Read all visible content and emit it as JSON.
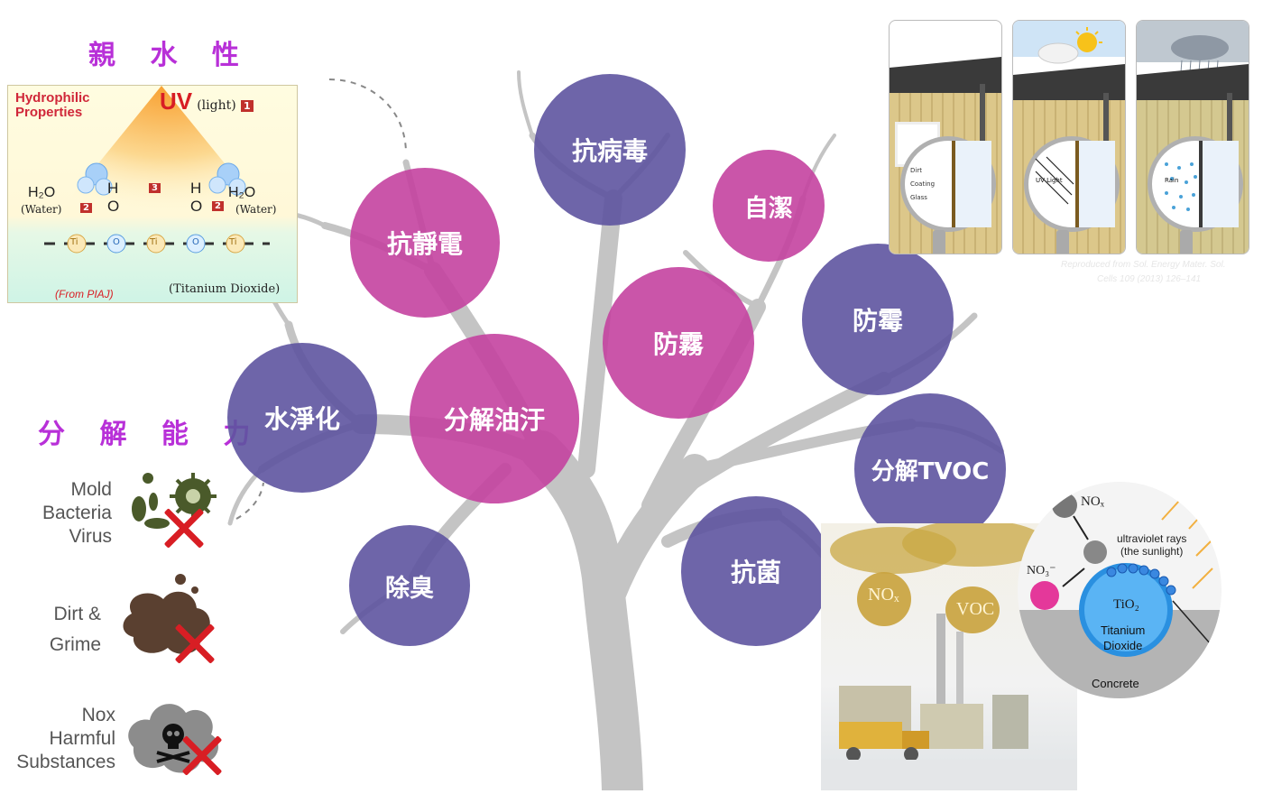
{
  "hydrophilic": {
    "heading": "親 水 性",
    "title_line1": "Hydrophilic",
    "title_line2": "Properties",
    "uv": "UV",
    "uv_light": "(light)",
    "badge1": "1",
    "badge2": "2",
    "badge3": "3",
    "h2o": "H₂O",
    "water": "(Water)",
    "h": "H",
    "o": "O",
    "ti": "Ti",
    "source": "(From PIAJ)",
    "caption": "(Titanium Dioxide)"
  },
  "decomposition": {
    "heading": "分 解 能 力",
    "items": [
      {
        "label": "Mold\nBacteria\nVirus",
        "icon": "germ-icon"
      },
      {
        "label": "Dirt &\nGrime",
        "icon": "dirt-splat-icon"
      },
      {
        "label": "Nox\nHarmful\nSubstances",
        "icon": "skull-cloud-icon"
      }
    ]
  },
  "tree_circles": [
    {
      "label": "抗病毒",
      "color": "purple"
    },
    {
      "label": "自潔",
      "color": "magenta"
    },
    {
      "label": "抗靜電",
      "color": "magenta"
    },
    {
      "label": "防霧",
      "color": "magenta"
    },
    {
      "label": "防霉",
      "color": "purple"
    },
    {
      "label": "水淨化",
      "color": "purple"
    },
    {
      "label": "分解油汙",
      "color": "magenta"
    },
    {
      "label": "分解TVOC",
      "color": "purple"
    },
    {
      "label": "除臭",
      "color": "purple"
    },
    {
      "label": "抗菌",
      "color": "purple"
    }
  ],
  "self_cleaning": {
    "lens_labels_1": [
      "Dirt",
      "Coating",
      "Glass"
    ],
    "lens_label_2": "UV Light",
    "lens_label_3": "Rain",
    "credit_line1": "Reproduced from Sol. Energy Mater. Sol.",
    "credit_line2": "Cells 109 (2013) 126–141"
  },
  "pollution": {
    "nox_label": "NOₓ",
    "voc_label": "VOC"
  },
  "concrete": {
    "nox": "NOₓ",
    "no3": "NO₃⁻",
    "uv_line1": "ultraviolet rays",
    "uv_line2": "(the sunlight)",
    "tio2": "TiO₂",
    "tio2_name_1": "Titanium",
    "tio2_name_2": "Dioxide",
    "concrete": "Concrete"
  },
  "colors": {
    "purple": "#5e54a0",
    "magenta": "#c442a0",
    "heading": "#b830d8",
    "tree": "#c2c2c2",
    "cross": "#d81e24"
  }
}
